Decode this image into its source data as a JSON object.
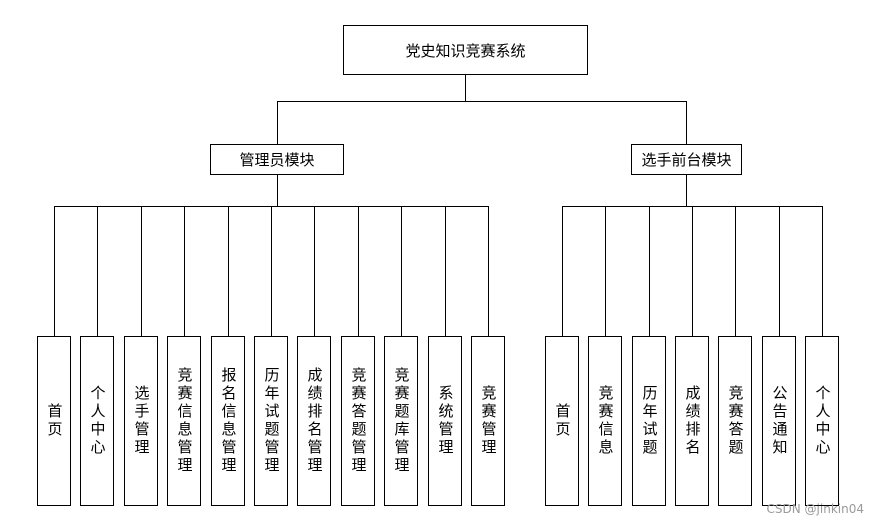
{
  "root": "党史知识竞赛系统",
  "modules": [
    {
      "title": "管理员模块",
      "children": [
        "首页",
        "个人中心",
        "选手管理",
        "竞赛信息管理",
        "报名信息管理",
        "历年试题管理",
        "成绩排名管理",
        "竞赛答题管理",
        "竞赛题库管理",
        "系统管理",
        "竞赛管理"
      ]
    },
    {
      "title": "选手前台模块",
      "children": [
        "首页",
        "竞赛信息",
        "历年试题",
        "成绩排名",
        "竞赛答题",
        "公告通知",
        "个人中心"
      ]
    }
  ],
  "watermark": "CSDN @jinkin04"
}
